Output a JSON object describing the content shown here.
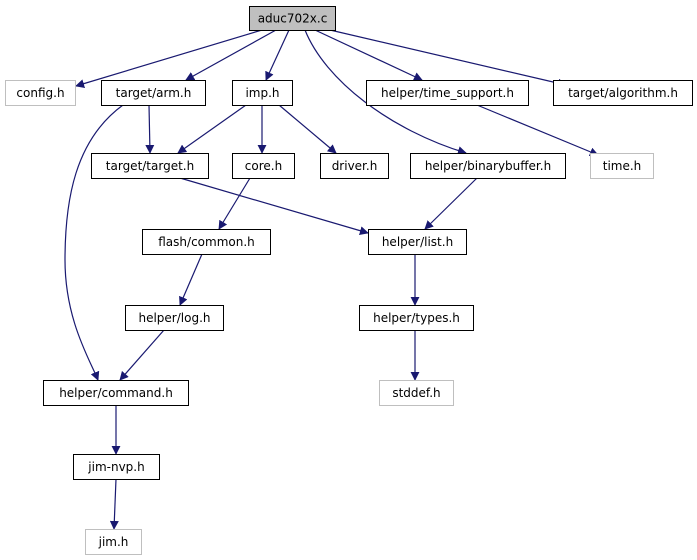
{
  "colors": {
    "root_fill": "#bfbfbf",
    "node_fill": "#ffffff",
    "node_border": "#000000",
    "external_border": "#bfbfbf",
    "external_text": "#404040",
    "edge": "#191970"
  },
  "nodes": [
    {
      "id": "root",
      "label": "aduc702x.c",
      "kind": "root"
    },
    {
      "id": "config",
      "label": "config.h",
      "kind": "external"
    },
    {
      "id": "arm",
      "label": "target/arm.h",
      "kind": "internal"
    },
    {
      "id": "imp",
      "label": "imp.h",
      "kind": "internal"
    },
    {
      "id": "timesupport",
      "label": "helper/time_support.h",
      "kind": "internal"
    },
    {
      "id": "algorithm",
      "label": "target/algorithm.h",
      "kind": "internal"
    },
    {
      "id": "target",
      "label": "target/target.h",
      "kind": "internal"
    },
    {
      "id": "core",
      "label": "core.h",
      "kind": "internal"
    },
    {
      "id": "driver",
      "label": "driver.h",
      "kind": "internal"
    },
    {
      "id": "binarybuffer",
      "label": "helper/binarybuffer.h",
      "kind": "internal"
    },
    {
      "id": "time",
      "label": "time.h",
      "kind": "external"
    },
    {
      "id": "flashcommon",
      "label": "flash/common.h",
      "kind": "internal"
    },
    {
      "id": "list",
      "label": "helper/list.h",
      "kind": "internal"
    },
    {
      "id": "log",
      "label": "helper/log.h",
      "kind": "internal"
    },
    {
      "id": "types",
      "label": "helper/types.h",
      "kind": "internal"
    },
    {
      "id": "command",
      "label": "helper/command.h",
      "kind": "internal"
    },
    {
      "id": "stddef",
      "label": "stddef.h",
      "kind": "external"
    },
    {
      "id": "jimnvp",
      "label": "jim-nvp.h",
      "kind": "internal"
    },
    {
      "id": "jim",
      "label": "jim.h",
      "kind": "external"
    }
  ],
  "edges": [
    {
      "from": "root",
      "to": "config"
    },
    {
      "from": "root",
      "to": "arm"
    },
    {
      "from": "root",
      "to": "imp"
    },
    {
      "from": "root",
      "to": "binarybuffer"
    },
    {
      "from": "root",
      "to": "timesupport"
    },
    {
      "from": "root",
      "to": "algorithm"
    },
    {
      "from": "arm",
      "to": "target"
    },
    {
      "from": "arm",
      "to": "command"
    },
    {
      "from": "imp",
      "to": "target"
    },
    {
      "from": "imp",
      "to": "core"
    },
    {
      "from": "imp",
      "to": "driver"
    },
    {
      "from": "timesupport",
      "to": "time"
    },
    {
      "from": "target",
      "to": "list"
    },
    {
      "from": "core",
      "to": "flashcommon"
    },
    {
      "from": "binarybuffer",
      "to": "list"
    },
    {
      "from": "flashcommon",
      "to": "log"
    },
    {
      "from": "list",
      "to": "types"
    },
    {
      "from": "log",
      "to": "command"
    },
    {
      "from": "types",
      "to": "stddef"
    },
    {
      "from": "command",
      "to": "jimnvp"
    },
    {
      "from": "jimnvp",
      "to": "jim"
    }
  ]
}
